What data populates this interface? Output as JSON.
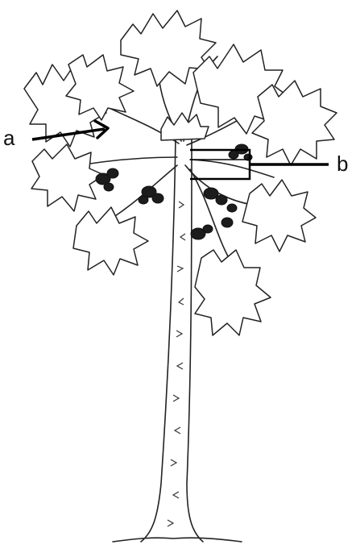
{
  "labels": {
    "a": "a",
    "b": "b"
  },
  "icons": {
    "plant": "papaya-tree-drawing",
    "arrow_a": "arrow-right-icon",
    "pointer_b": "bracket-pointer-icon"
  },
  "colors": {
    "ink": "#222222",
    "background": "#ffffff"
  }
}
